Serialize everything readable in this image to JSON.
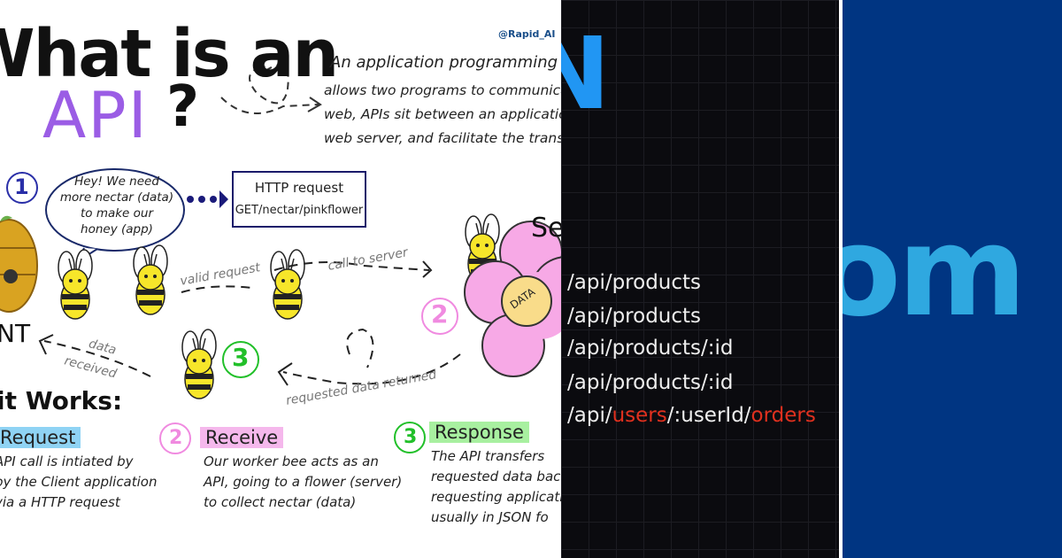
{
  "infographic": {
    "title_line1": "What is an",
    "title_api": "API",
    "title_q": "?",
    "handle": "@Rapid_AI",
    "intro_lines": [
      "An application programming interf",
      "allows two programs to communicate. O",
      "web, APIs sit between an application a",
      "web server, and facilitate the transfer"
    ],
    "step1_number": "1",
    "speech_bubble": [
      "Hey! We need",
      "more nectar (data)",
      "to make our",
      "honey (app)"
    ],
    "http_box": [
      "HTTP request",
      "GET/nectar/pinkflower"
    ],
    "valid_request": "valid request",
    "call_to_server": "call to server",
    "server_label": "Se",
    "client_label": "NT",
    "data_label": "DATA",
    "step2_number": "2",
    "step3_number": "3",
    "data_received": [
      "data",
      "received"
    ],
    "requested_data_returned": "requested data returned",
    "how_it_works": "it Works:",
    "steps": [
      {
        "number": "1",
        "heading": "Request",
        "color": "#8fd3f4",
        "lines": [
          "API call is intiated by",
          "by the Client application",
          "via a HTTP request"
        ]
      },
      {
        "number": "2",
        "heading": "Receive",
        "color": "#f5b8ec",
        "lines": [
          "Our worker bee acts as an",
          "API, going to a flower (server)",
          "to collect nectar (data)"
        ]
      },
      {
        "number": "3",
        "heading": "Response",
        "color": "#a8f0a0",
        "lines": [
          "The API transfers",
          "requested data bac",
          "requesting applicati",
          "usually in JSON fo"
        ]
      }
    ],
    "colors": {
      "purple": "#9b5de5",
      "blue": "#2a2fa8",
      "pink": "#f08ae0",
      "green": "#22c02a",
      "bee_yellow": "#f7e62a"
    }
  },
  "routes_panel": {
    "heading_letter": "N",
    "routes": [
      {
        "parts": [
          {
            "text": "/api/products",
            "red": false
          }
        ]
      },
      {
        "parts": [
          {
            "text": "/api/products",
            "red": false
          }
        ]
      },
      {
        "parts": [
          {
            "text": "/api/products/:id",
            "red": false
          }
        ]
      },
      {
        "parts": [
          {
            "text": "/api/products/:id",
            "red": false
          }
        ]
      },
      {
        "parts": [
          {
            "text": "/api/",
            "red": false
          },
          {
            "text": "users",
            "red": true
          },
          {
            "text": "/:userId/",
            "red": false
          },
          {
            "text": "orders",
            "red": true
          }
        ]
      }
    ],
    "colors": {
      "accent": "#2196f3",
      "highlight": "#e0301e"
    }
  },
  "brand_panel": {
    "text": "om",
    "colors": {
      "background": "#003582",
      "text": "#2fa8e0"
    }
  }
}
